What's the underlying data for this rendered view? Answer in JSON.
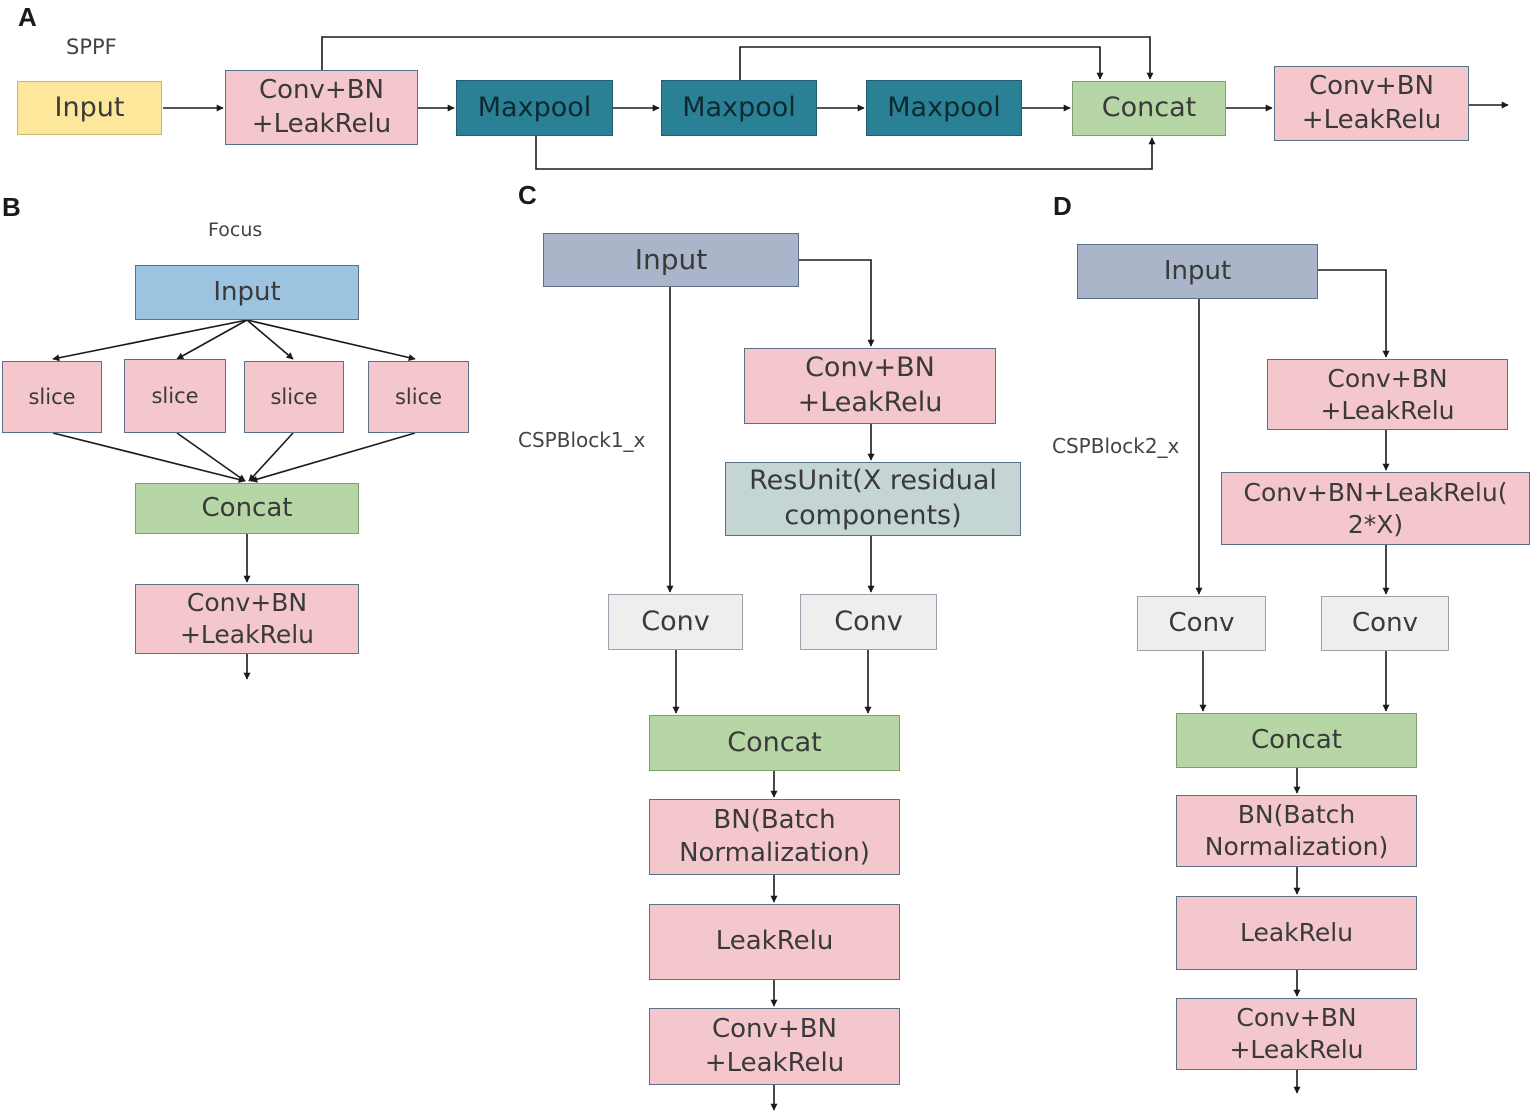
{
  "colors": {
    "input_yellow": "#fde79b",
    "input_blue": "#9cc3e0",
    "input_gray": "#aab5c9",
    "pink": "#f4c7cc",
    "green": "#b6d7a5",
    "teal": "#2a8196",
    "resunit": "#c4d5d3",
    "conv_gray": "#eeeeee",
    "wire": "#1a1a1a"
  },
  "panels": {
    "a": {
      "letter": "A",
      "title": "SPPF",
      "input": "Input",
      "conv1": [
        "Conv+BN",
        "+LeakRelu"
      ],
      "maxpool1": "Maxpool",
      "maxpool2": "Maxpool",
      "maxpool3": "Maxpool",
      "concat": "Concat",
      "conv2": [
        "Conv+BN",
        "+LeakRelu"
      ]
    },
    "b": {
      "letter": "B",
      "title": "Focus",
      "input": "Input",
      "slices": [
        "slice",
        "slice",
        "slice",
        "slice"
      ],
      "concat": "Concat",
      "conv": [
        "Conv+BN",
        "+LeakRelu"
      ]
    },
    "c": {
      "letter": "C",
      "label": "CSPBlock1_x",
      "input": "Input",
      "conv_bn": [
        "Conv+BN",
        "+LeakRelu"
      ],
      "resunit": [
        "ResUnit(X residual",
        "components)"
      ],
      "conv_left": "Conv",
      "conv_right": "Conv",
      "concat": "Concat",
      "bn": [
        "BN(Batch",
        "Normalization)"
      ],
      "leakrelu": "LeakRelu",
      "conv_out": [
        "Conv+BN",
        "+LeakRelu"
      ]
    },
    "d": {
      "letter": "D",
      "label": "CSPBlock2_x",
      "input": "Input",
      "conv_bn": [
        "Conv+BN",
        "+LeakRelu"
      ],
      "conv_bn2": [
        "Conv+BN+LeakRelu(",
        "2*X)"
      ],
      "conv_left": "Conv",
      "conv_right": "Conv",
      "concat": "Concat",
      "bn": [
        "BN(Batch",
        "Normalization)"
      ],
      "leakrelu": "LeakRelu",
      "conv_out": [
        "Conv+BN",
        "+LeakRelu"
      ]
    }
  }
}
